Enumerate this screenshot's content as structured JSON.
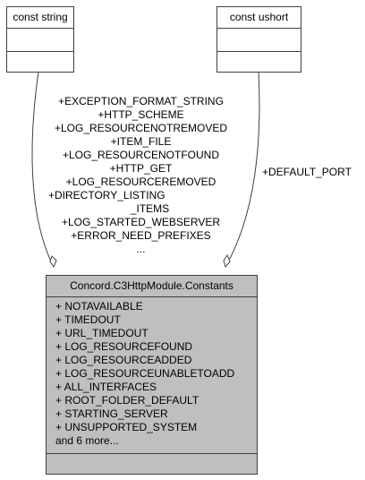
{
  "nodes": {
    "const_string": {
      "title": "const string"
    },
    "const_ushort": {
      "title": "const ushort"
    },
    "main_class": {
      "title": "Concord.C3HttpModule.Constants",
      "attributes": [
        "+ NOTAVAILABLE",
        "+ TIMEDOUT",
        "+ URL_TIMEDOUT",
        "+ LOG_RESOURCEFOUND",
        "+ LOG_RESOURCEADDED",
        "+ LOG_RESOURCEUNABLETOADD",
        "+ ALL_INTERFACES",
        "+ ROOT_FOLDER_DEFAULT",
        "+ STARTING_SERVER",
        "+ UNSUPPORTED_SYSTEM",
        "and 6 more..."
      ]
    }
  },
  "edges": {
    "string_edge_labels": [
      "+EXCEPTION_FORMAT_STRING",
      "+HTTP_SCHEME",
      "+LOG_RESOURCENOTREMOVED",
      "+ITEM_FILE",
      "+LOG_RESOURCENOTFOUND",
      "+HTTP_GET",
      "+LOG_RESOURCEREMOVED",
      "+DIRECTORY_LISTING",
      "_ITEMS",
      "+LOG_STARTED_WEBSERVER",
      "+ERROR_NEED_PREFIXES",
      "..."
    ],
    "ushort_edge_label": "+DEFAULT_PORT"
  }
}
